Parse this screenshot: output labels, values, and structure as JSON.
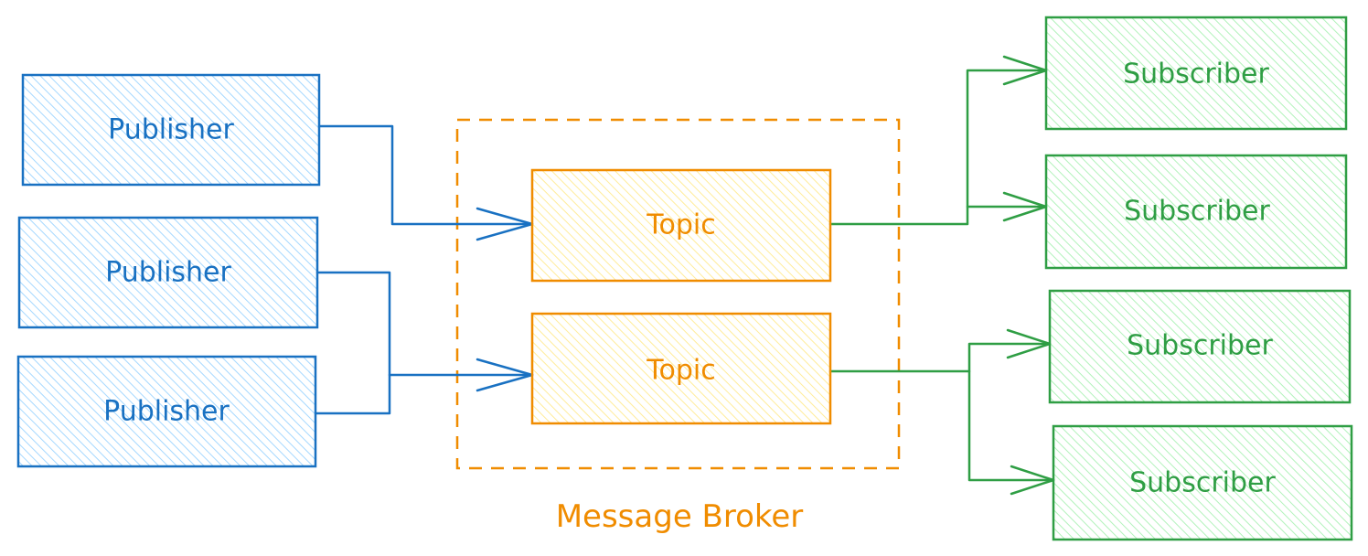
{
  "colors": {
    "publisher_stroke": "#1971c2",
    "publisher_fill": "#a5d8ff",
    "topic_stroke": "#f08c00",
    "topic_fill": "#ffec99",
    "subscriber_stroke": "#2f9e44",
    "subscriber_fill": "#b2f2bb",
    "broker_border": "#f08c00"
  },
  "publishers": [
    {
      "label": "Publisher"
    },
    {
      "label": "Publisher"
    },
    {
      "label": "Publisher"
    }
  ],
  "broker": {
    "label": "Message Broker",
    "topics": [
      {
        "label": "Topic"
      },
      {
        "label": "Topic"
      }
    ]
  },
  "subscribers": [
    {
      "label": "Subscriber"
    },
    {
      "label": "Subscriber"
    },
    {
      "label": "Subscriber"
    },
    {
      "label": "Subscriber"
    }
  ]
}
